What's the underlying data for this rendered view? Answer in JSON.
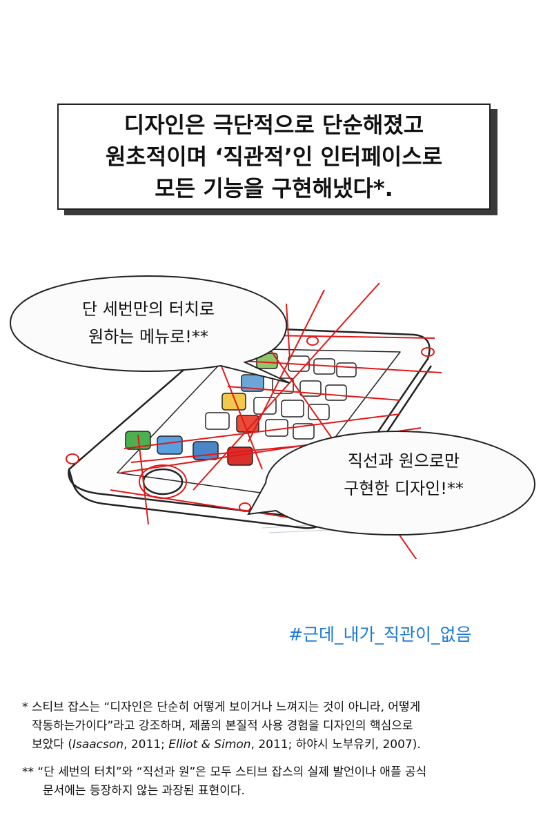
{
  "title": {
    "lines": [
      "디자인은 극단적으로 단순해졌고",
      "원초적이며 ‘직관적’인 인터페이스로",
      "모든 기능을 구현해냈다*."
    ]
  },
  "bubbles": {
    "left": {
      "lines": [
        "단 세번만의 터치로",
        "원하는 메뉴로!**"
      ]
    },
    "right": {
      "lines": [
        "직선과 원으로만",
        "구현한 디자인!**"
      ]
    }
  },
  "hashtag": "#근데_내가_직관이_없음",
  "footnotes": {
    "note1": {
      "line1": "* 스티브 잡스는 “디자인은 단순히 어떻게 보이거나 느껴지는 것이 아니라, 어떻게",
      "line2": "작동하는가이다”라고 강조하며, 제품의 본질적 사용 경험을 디자인의 핵심으로",
      "line3_prefix": "보았다 (",
      "cite1_author": "Isaacson",
      "cite1_year": ", 2011; ",
      "cite2_author": "Elliot & Simon",
      "cite2_rest": ", 2011; 하야시 노부유키, 2007)."
    },
    "note2": {
      "line1": "** “단 세번의 터치”와 “직선과 원”은 모두 스티브 잡스의 실제 발언이나 애플 공식",
      "line2": "문서에는 등장하지 않는 과장된 표현이다."
    }
  },
  "colors": {
    "hashtag": "#1c7ad6",
    "sketch_red": "#e01818",
    "text": "#111111"
  }
}
